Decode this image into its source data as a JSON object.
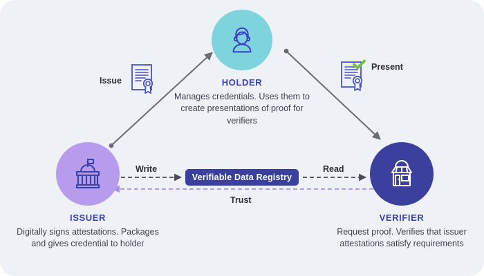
{
  "diagram": {
    "background_color": "#eef2f6",
    "accent_title_color": "#3b3fc4",
    "registry": {
      "label": "Verifiable Data Registry",
      "color": "#3b3f9e",
      "text_color": "#ffffff"
    },
    "nodes": [
      {
        "id": "holder",
        "title": "HOLDER",
        "description": "Manages credentials. Uses them to create presentations of proof for verifiers",
        "circle_color": "#7ed4dd",
        "icon": "person-icon"
      },
      {
        "id": "issuer",
        "title": "ISSUER",
        "description": "Digitally signs attestations. Packages and gives credential to holder",
        "circle_color": "#b79bec",
        "icon": "government-building-icon"
      },
      {
        "id": "verifier",
        "title": "VERIFIER",
        "description": "Request proof. Verifies that issuer attestations satisfy requirements",
        "circle_color": "#3b3f9e",
        "icon": "storefront-icon"
      }
    ],
    "edges": [
      {
        "id": "issue",
        "label": "Issue",
        "from": "issuer",
        "to": "holder",
        "style": "solid",
        "color": "#6b6b73"
      },
      {
        "id": "present",
        "label": "Present",
        "from": "holder",
        "to": "verifier",
        "style": "solid",
        "color": "#6b6b73"
      },
      {
        "id": "write",
        "label": "Write",
        "from": "issuer",
        "to": "registry",
        "style": "dashed",
        "color": "#4a4a52"
      },
      {
        "id": "read",
        "label": "Read",
        "from": "registry",
        "to": "verifier",
        "style": "dashed",
        "color": "#4a4a52"
      },
      {
        "id": "trust",
        "label": "Trust",
        "from": "verifier",
        "to": "issuer",
        "style": "dashed",
        "color": "#a98fe0"
      }
    ],
    "badges": [
      {
        "id": "issue-cert",
        "icon": "certificate-icon",
        "color": "#4a51c4"
      },
      {
        "id": "present-cert",
        "icon": "certificate-check-icon",
        "color": "#4a51c4",
        "check_color": "#74c043"
      }
    ]
  }
}
